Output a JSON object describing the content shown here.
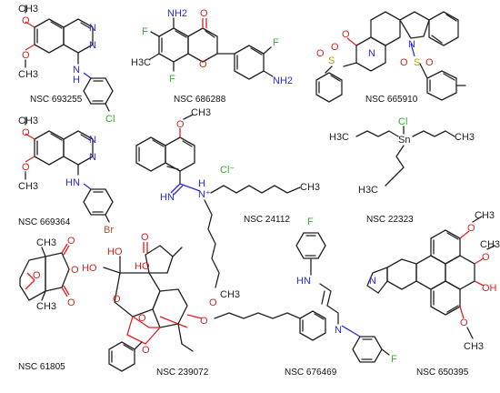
{
  "compounds": [
    {
      "id": "NSC 693255"
    },
    {
      "id": "NSC 686288"
    },
    {
      "id": "NSC 665910"
    },
    {
      "id": "NSC 669364"
    },
    {
      "id": "NSC 24112"
    },
    {
      "id": "NSC 22323"
    },
    {
      "id": "NSC 61805"
    },
    {
      "id": "NSC 239072"
    },
    {
      "id": "NSC 676469"
    },
    {
      "id": "NSC 650395"
    }
  ],
  "atoms": {
    "o": "O",
    "n": "N",
    "s": "S",
    "f": "F",
    "cl": "Cl",
    "br": "Br",
    "ch3": "CH3",
    "h3c": "H3C",
    "nh2": "NH2",
    "hn": "HN",
    "ho": "HO",
    "oh": "OH",
    "sn": "Sn",
    "h": "H",
    "cl_minus": "Cl⁻",
    "n_plus": "N⁺"
  }
}
